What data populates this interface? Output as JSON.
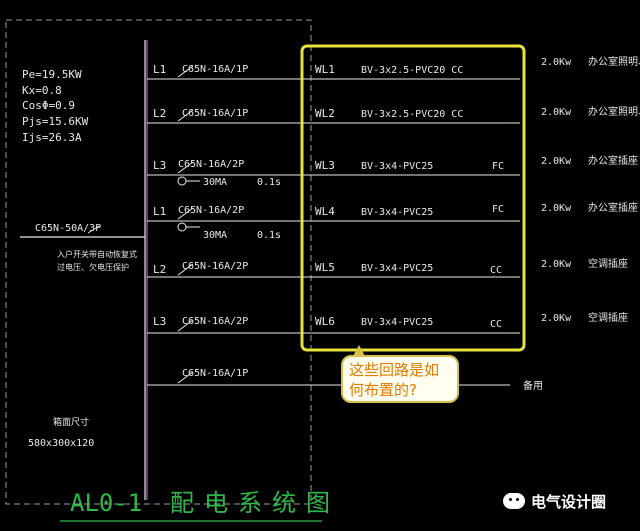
{
  "params": [
    "Pe=19.5KW",
    "Kx=0.8",
    "CosΦ=0.9",
    "Pjs=15.6KW",
    "Ijs=26.3A"
  ],
  "main_breaker": "C65N-50A/3P",
  "main_breaker_note": [
    "入户开关带自动恢复式",
    "过电压、欠电压保护"
  ],
  "box_size_label": "箱面尺寸",
  "box_size": "580x300x120",
  "circuits": [
    {
      "phase": "L1",
      "breaker": "C65N-16A/1P",
      "rcd": "",
      "time": "",
      "wl": "WL1",
      "cable": "BV-3x2.5-PVC20 CC",
      "laying": "",
      "load": "2.0Kw",
      "use": "办公室照明、"
    },
    {
      "phase": "L2",
      "breaker": "C65N-16A/1P",
      "rcd": "",
      "time": "",
      "wl": "WL2",
      "cable": "BV-3x2.5-PVC20 CC",
      "laying": "",
      "load": "2.0Kw",
      "use": "办公室照明、"
    },
    {
      "phase": "L3",
      "breaker": "C65N-16A/2P",
      "rcd": "30MA",
      "time": "0.1s",
      "wl": "WL3",
      "cable": "BV-3x4-PVC25",
      "laying": "FC",
      "load": "2.0Kw",
      "use": "办公室插座"
    },
    {
      "phase": "L1",
      "breaker": "C65N-16A/2P",
      "rcd": "30MA",
      "time": "0.1s",
      "wl": "WL4",
      "cable": "BV-3x4-PVC25",
      "laying": "FC",
      "load": "2.0Kw",
      "use": "办公室插座"
    },
    {
      "phase": "L2",
      "breaker": "C65N-16A/2P",
      "rcd": "",
      "time": "",
      "wl": "WL5",
      "cable": "BV-3x4-PVC25",
      "laying": "CC",
      "load": "2.0Kw",
      "use": "空调插座"
    },
    {
      "phase": "L3",
      "breaker": "C65N-16A/2P",
      "rcd": "",
      "time": "",
      "wl": "WL6",
      "cable": "BV-3x4-PVC25",
      "laying": "CC",
      "load": "2.0Kw",
      "use": "空调插座"
    }
  ],
  "spare": {
    "breaker": "C65N-16A/1P",
    "use": "备用"
  },
  "panel_id": "AL0-1",
  "drawing_title": "配电系统图",
  "callout": "这些回路是如何布置的?",
  "watermark": "电气设计圈",
  "colors": {
    "white": "#e8e8e8",
    "green": "#2db84a",
    "yellow": "#e8e23c",
    "magenta": "#c77fd6",
    "gray": "#9a9a9a"
  }
}
